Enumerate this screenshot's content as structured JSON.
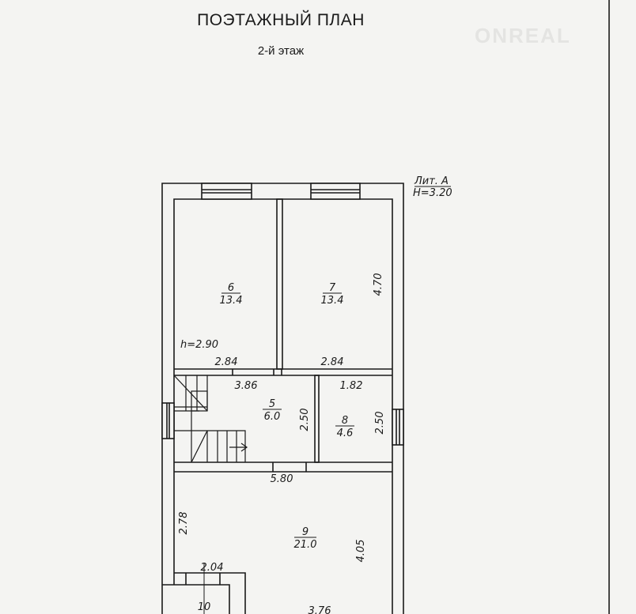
{
  "header": {
    "title": "ПОЭТАЖНЫЙ ПЛАН",
    "subtitle": "2-й этаж"
  },
  "watermark": "ONREAL",
  "plan": {
    "letter": "Лит. А",
    "height_label": "H=3.20",
    "ceiling_label": "h=2.90",
    "rooms": [
      {
        "number": "6",
        "area": "13.4"
      },
      {
        "number": "7",
        "area": "13.4"
      },
      {
        "number": "5",
        "area": "6.0"
      },
      {
        "number": "8",
        "area": "4.6"
      },
      {
        "number": "9",
        "area": "21.0"
      },
      {
        "number": "10",
        "area": ""
      }
    ],
    "dimensions": {
      "room6_width": "2.84",
      "room7_width": "2.84",
      "room7_depth": "4.70",
      "room5_width": "3.86",
      "room5_depth": "2.50",
      "room8_width": "1.82",
      "room8_depth": "2.50",
      "room9_width": "5.80",
      "room9_left": "2.78",
      "room9_depth": "4.05",
      "room10_width": "2.04",
      "bottom_width": "3.76"
    }
  }
}
